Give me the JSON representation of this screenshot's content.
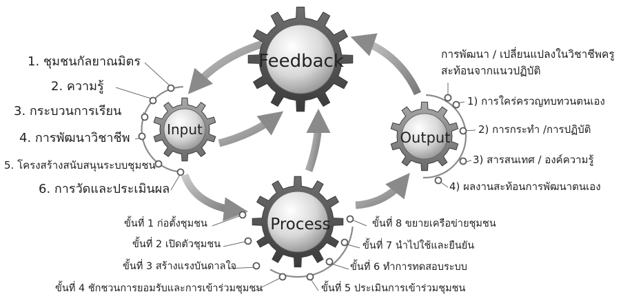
{
  "gears": {
    "feedback": "Feedback",
    "input": "Input",
    "process": "Process",
    "output": "Output"
  },
  "input_items": [
    "1. ชุมชนกัลยาณมิตร",
    "2. ความรู้",
    "3. กระบวนการเรียน",
    "4. การพัฒนาวิชาชีพ",
    "5. โครงสร้างสนับสนุนระบบชุมชน",
    "6. การวัดและประเมินผล"
  ],
  "output_header": [
    "การพัฒนา / เปลี่ยนแปลงในวิชาชีพครู",
    "สะท้อนจากแนวปฏิบัติ"
  ],
  "output_items": [
    "1) การใคร่ครวญทบทวนตนเอง",
    "2) การกระทำ /การปฏิบัติ",
    "3) สารสนเทศ / องค์ความรู้",
    "4) ผลงานสะท้อนการพัฒนาตนเอง"
  ],
  "process_left": [
    "ขั้นที่ 1 ก่อตั้งชุมชน",
    "ขั้นที่ 2 เปิดตัวชุมชน",
    "ขั้นที่ 3 สร้างแรงบันดาลใจ",
    "ขั้นที่ 4 ชักชวนการยอมรับและการเข้าร่วมชุมชน"
  ],
  "process_right": [
    "ขั้นที่ 8 ขยายเครือข่ายชุมชน",
    "ขั้นที่ 7 นำไปใช้และยืนยัน",
    "ขั้นที่ 6 ทำการทดสอบระบบ",
    "ขั้นที่ 5 ประเมินการเข้าร่วมชุมชน"
  ]
}
